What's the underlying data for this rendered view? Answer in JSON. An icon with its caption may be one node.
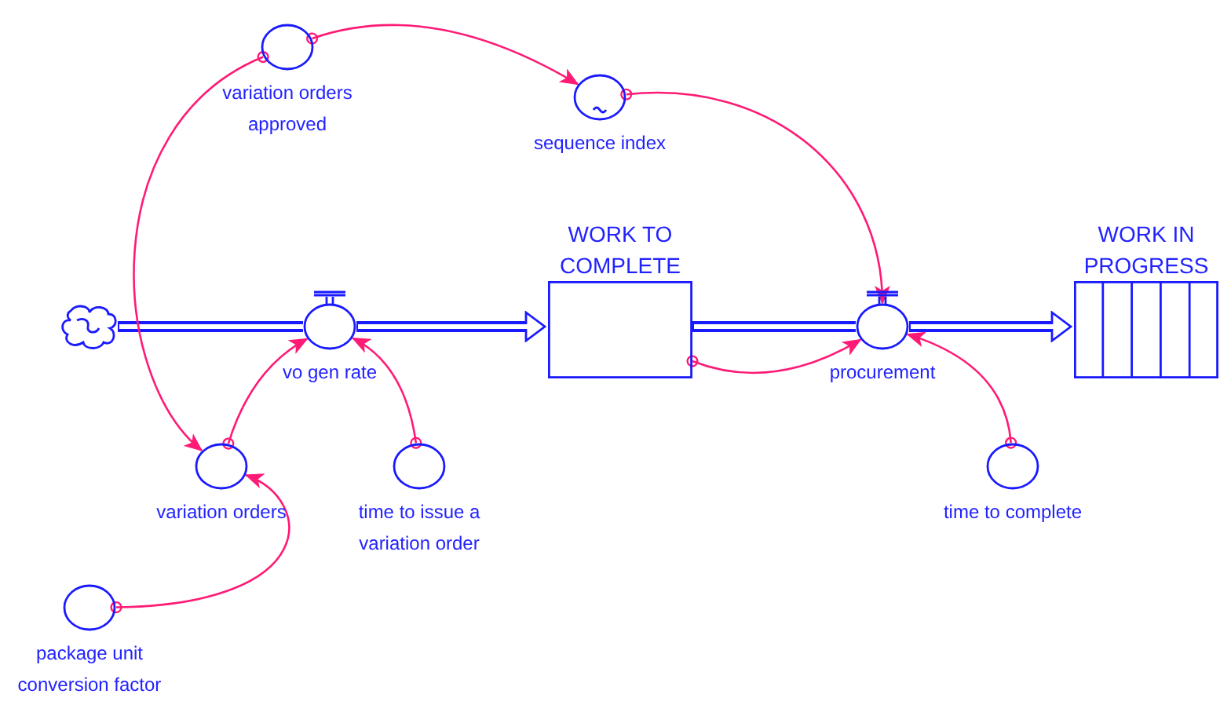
{
  "diagram": {
    "nodes": [
      {
        "text": [],
        "shape": "cloud"
      },
      {
        "text": [
          "vo gen rate"
        ]
      },
      {
        "text": [
          "WORK TO COMPLETE"
        ]
      },
      {
        "text": [
          "procurement"
        ]
      },
      {
        "text": [
          "WORK IN PROGRESS"
        ]
      },
      {
        "text": [
          "variation orders approved"
        ]
      },
      {
        "text": [
          "sequence index"
        ]
      },
      {
        "text": [
          "variation orders"
        ]
      },
      {
        "text": [
          "time to issue a variation order"
        ]
      },
      {
        "text": [
          "time to complete"
        ]
      },
      {
        "text": [
          "package unit conversion factor"
        ]
      }
    ],
    "edges": [
      {
        "from": 0,
        "to": 1,
        "arrow": "none",
        "style": "thick",
        "color": "#1a1aff"
      },
      {
        "from": 1,
        "to": 2,
        "arrow": "to",
        "style": "thick",
        "color": "#1a1aff"
      },
      {
        "from": 2,
        "to": 3,
        "arrow": "none",
        "style": "thick",
        "color": "#1a1aff"
      },
      {
        "from": 3,
        "to": 4,
        "arrow": "to",
        "style": "thick",
        "color": "#1a1aff"
      },
      {
        "from": 5,
        "to": 6,
        "arrow": "to"
      },
      {
        "from": 5,
        "to": 7,
        "arrow": "to"
      },
      {
        "from": 6,
        "to": 3,
        "arrow": "to"
      },
      {
        "from": 7,
        "to": 1,
        "arrow": "to"
      },
      {
        "from": 8,
        "to": 1,
        "arrow": "to"
      },
      {
        "from": 2,
        "to": 3,
        "arrow": "to"
      },
      {
        "from": 9,
        "to": 3,
        "arrow": "to"
      },
      {
        "from": 10,
        "to": 7,
        "arrow": "to"
      }
    ]
  }
}
